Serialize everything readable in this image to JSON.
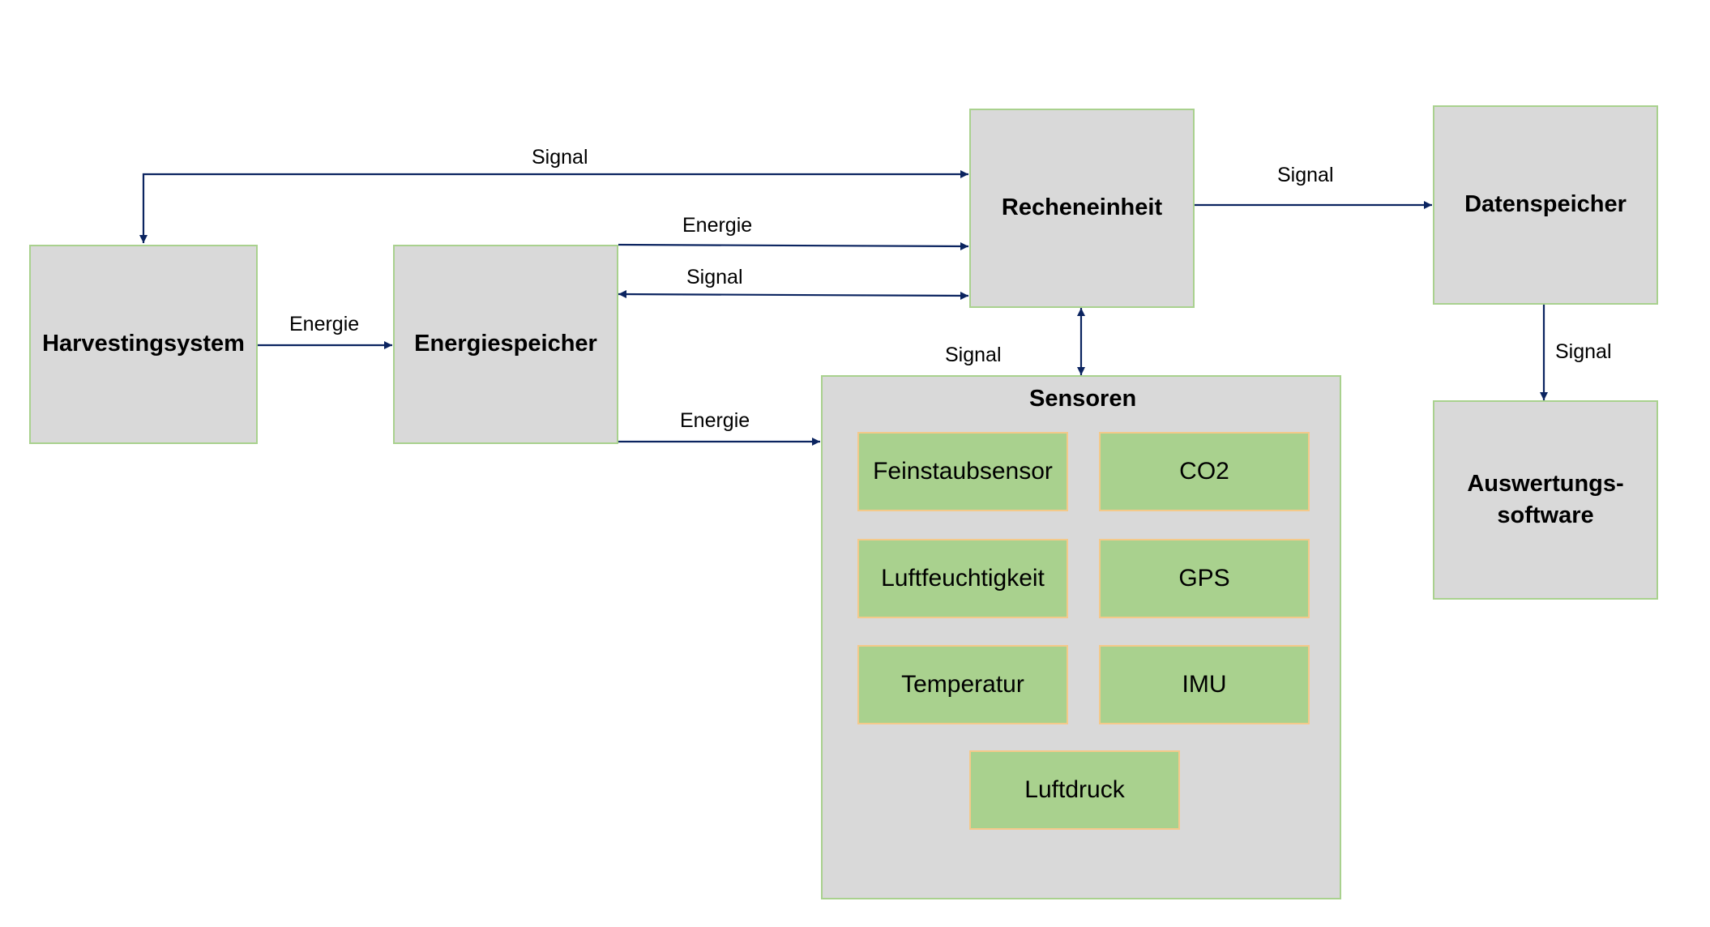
{
  "blocks": {
    "harvesting": "Harvestingsystem",
    "energiespeicher": "Energiespeicher",
    "recheneinheit": "Recheneinheit",
    "datenspeicher": "Datenspeicher",
    "auswertung_line1": "Auswertungs-",
    "auswertung_line2": "software"
  },
  "sensoren": {
    "title": "Sensoren",
    "items": [
      "Feinstaubsensor",
      "CO2",
      "Luftfeuchtigkeit",
      "GPS",
      "Temperatur",
      "IMU",
      "Luftdruck"
    ]
  },
  "connections": {
    "signal_top": "Signal",
    "energie_harvest_store": "Energie",
    "energie_store_rechen": "Energie",
    "signal_store_rechen": "Signal",
    "energie_store_sensor": "Energie",
    "signal_rechen_sensor": "Signal",
    "signal_rechen_daten": "Signal",
    "signal_daten_auswertung": "Signal"
  },
  "colors": {
    "box_fill": "#d9d9d9",
    "box_border": "#a9d18e",
    "sensor_fill": "#a9d18e",
    "sensor_border": "#f4c98a",
    "arrow": "#0b2460"
  }
}
